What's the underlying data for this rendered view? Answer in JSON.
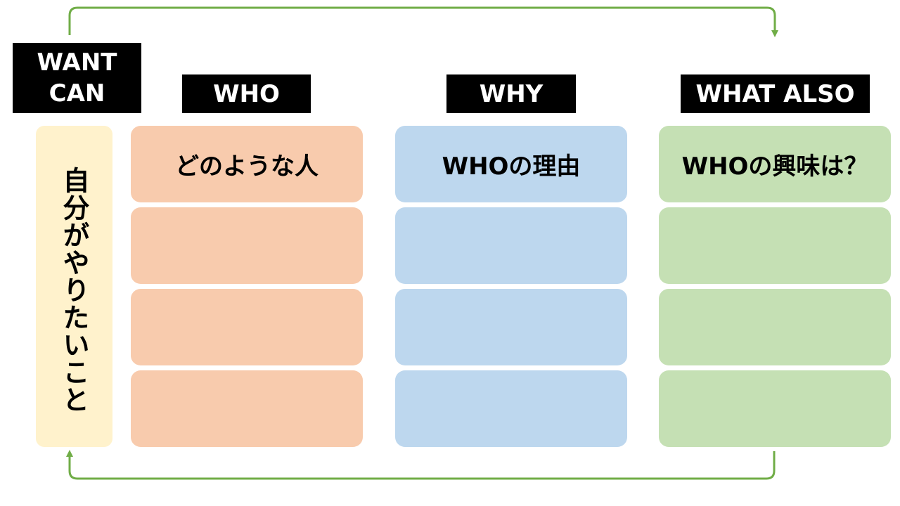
{
  "labels": {
    "want": "WANT",
    "can": "CAN",
    "who": "WHO",
    "why": "WHY",
    "what_also": "WHAT ALSO"
  },
  "want_column": {
    "text": "自分がやりたいこと"
  },
  "who_column": {
    "cells": [
      "どのような人",
      "",
      "",
      ""
    ]
  },
  "why_column": {
    "cells": [
      "WHOの理由",
      "",
      "",
      ""
    ]
  },
  "also_column": {
    "cells": [
      "WHOの興味は？",
      "",
      "",
      ""
    ]
  },
  "colors": {
    "want_fill": "#fff2cc",
    "who_fill": "#f8cbad",
    "why_fill": "#bdd7ee",
    "also_fill": "#c5e0b4",
    "arrow": "#70ad47",
    "label_bg": "#000000"
  }
}
